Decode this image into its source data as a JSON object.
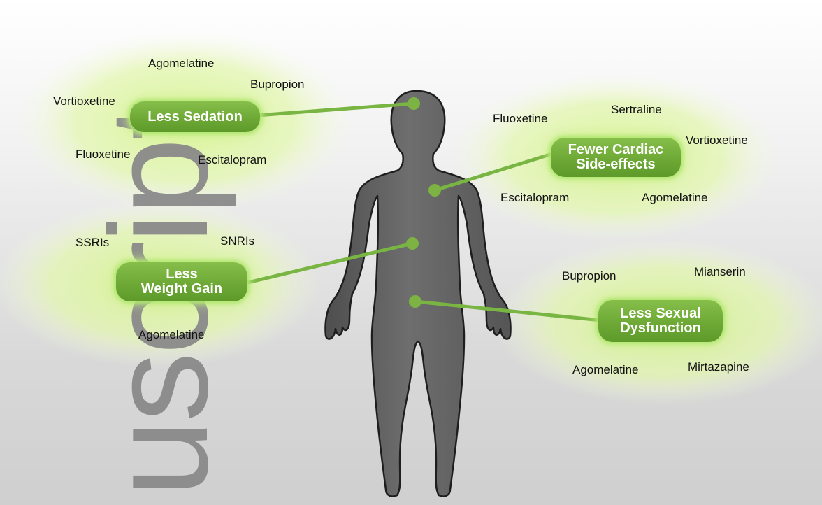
{
  "watermark": "uscript",
  "groups": [
    {
      "id": "sedation",
      "label_lines": [
        "Less Sedation"
      ],
      "drugs": [
        "Agomelatine",
        "Bupropion",
        "Vortioxetine",
        "Fluoxetine",
        "Escitalopram"
      ]
    },
    {
      "id": "weight",
      "label_lines": [
        "Less",
        "Weight Gain"
      ],
      "drugs": [
        "SSRIs",
        "SNRIs",
        "Agomelatine"
      ]
    },
    {
      "id": "cardiac",
      "label_lines": [
        "Fewer Cardiac",
        "Side-effects"
      ],
      "drugs": [
        "Fluoxetine",
        "Sertraline",
        "Vortioxetine",
        "Escitalopram",
        "Agomelatine"
      ]
    },
    {
      "id": "sexual",
      "label_lines": [
        "Less Sexual",
        "Dysfunction"
      ],
      "drugs": [
        "Bupropion",
        "Mianserin",
        "Agomelatine",
        "Mirtazapine"
      ]
    }
  ],
  "colors": {
    "accent": "#6ea936",
    "glow": "#d2f28c",
    "connector": "#7cb342",
    "body": "#646464"
  }
}
